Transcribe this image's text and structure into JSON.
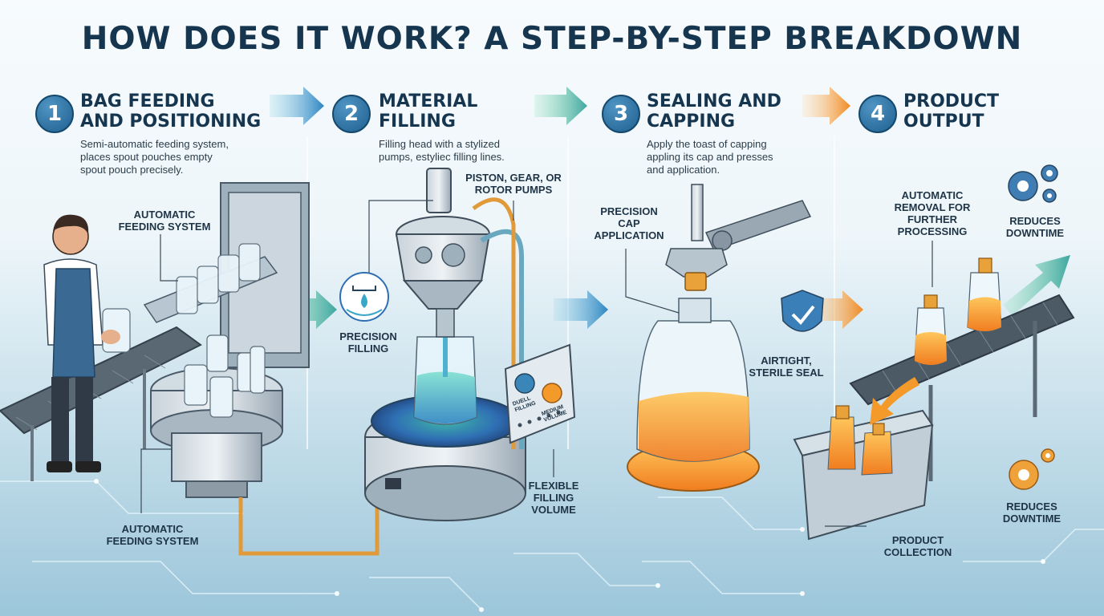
{
  "title": "HOW DOES IT WORK? A STEP-BY-STEP BREAKDOWN",
  "steps": [
    {
      "number": "1",
      "title_line1": "BAG FEEDING",
      "title_line2": "AND POSITIONING",
      "desc_line1": "Semi-automatic feeding system,",
      "desc_line2": "places spout pouches empty",
      "desc_line3": "spout pouch precisely."
    },
    {
      "number": "2",
      "title_line1": "MATERIAL",
      "title_line2": "FILLING",
      "desc_line1": "Filling head with a stylized",
      "desc_line2": "pumps, estyliec filling lines."
    },
    {
      "number": "3",
      "title_line1": "SEALING AND",
      "title_line2": "CAPPING",
      "desc_line1": "Apply the toast of capping",
      "desc_line2": "appling its cap and presses",
      "desc_line3": "and application."
    },
    {
      "number": "4",
      "title_line1": "PRODUCT",
      "title_line2": "OUTPUT"
    }
  ],
  "callouts": {
    "automatic_feeding_top": [
      "AUTOMATIC",
      "FEEDING SYSTEM"
    ],
    "automatic_feeding_bottom": [
      "AUTOMATIC",
      "FEEDING SYSTEM"
    ],
    "pumps": [
      "PISTON, GEAR, OR",
      "ROTOR PUMPS"
    ],
    "precision_filling": [
      "PRECISION",
      "FILLING"
    ],
    "flexible_volume": [
      "FLEXIBLE",
      "FILLING",
      "VOLUME"
    ],
    "precision_cap": [
      "PRECISION",
      "CAP",
      "APPLICATION"
    ],
    "airtight": [
      "AIRTIGHT,",
      "STERILE SEAL"
    ],
    "auto_removal": [
      "AUTOMATIC",
      "REMOVAL FOR",
      "FURTHER",
      "PROCESSING"
    ],
    "reduces_downtime_top": [
      "REDUCES",
      "DOWNTIME"
    ],
    "reduces_downtime_bottom": [
      "REDUCES",
      "DOWNTIME"
    ],
    "product_collection": [
      "PRODUCT",
      "COLLECTION"
    ]
  },
  "panel_labels": {
    "left": [
      "DUELL",
      "FILLING"
    ],
    "right": [
      "MEDIUM",
      "VOLUME"
    ]
  },
  "colors": {
    "title": "#163650",
    "badge": "#1f5f8e",
    "fluid_blue": "#3aa6c8",
    "fluid_orange": "#f39a2a",
    "arrow_green": "#62c28e",
    "arrow_blue": "#3f8fc7",
    "arrow_orange": "#f4a23a"
  }
}
